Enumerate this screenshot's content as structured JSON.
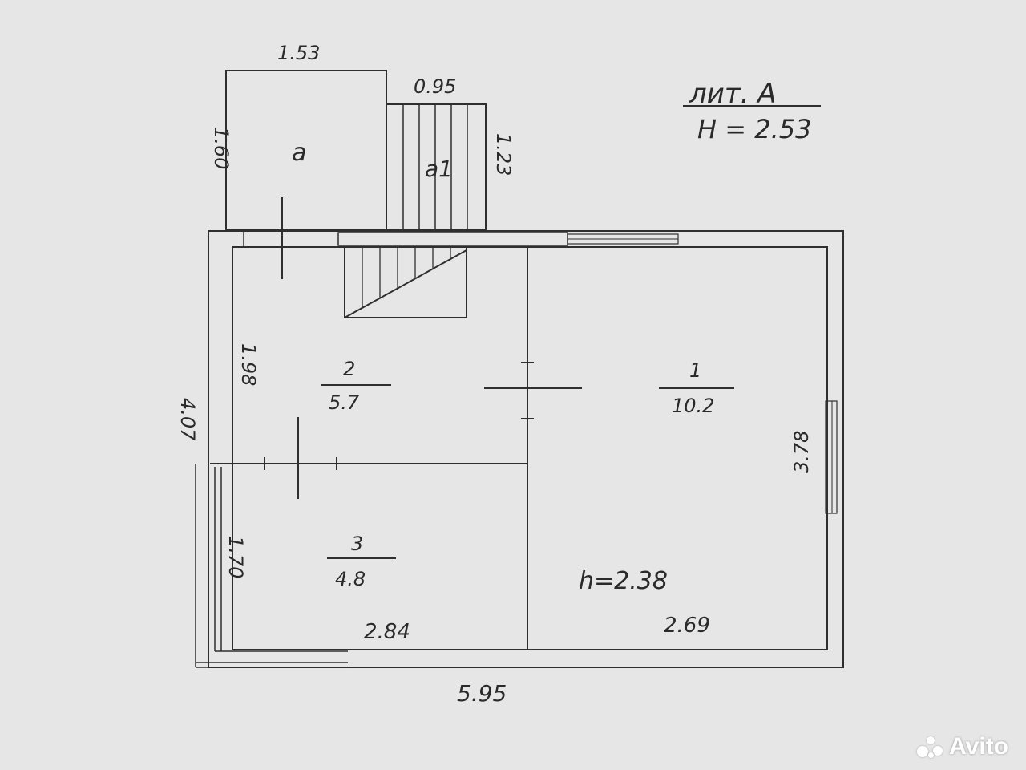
{
  "header": {
    "lit": "лит. А",
    "height": "Н = 2.53"
  },
  "rooms": [
    {
      "number": "1",
      "area": "10.2"
    },
    {
      "number": "2",
      "area": "5.7"
    },
    {
      "number": "3",
      "area": "4.8"
    }
  ],
  "porch": {
    "label": "а",
    "stairs_label": "а1"
  },
  "dimensions": {
    "porch_width": "1.53",
    "porch_depth": "1.60",
    "stairs_width": "0.95",
    "stairs_depth": "1.23",
    "total_depth": "4.07",
    "room2_depth": "1.98",
    "room3_depth": "1.70",
    "room1_depth": "3.78",
    "room3_width": "2.84",
    "room1_width": "2.69",
    "total_width": "5.95"
  },
  "ceiling_height": "h=2.38",
  "watermark": "Avito"
}
